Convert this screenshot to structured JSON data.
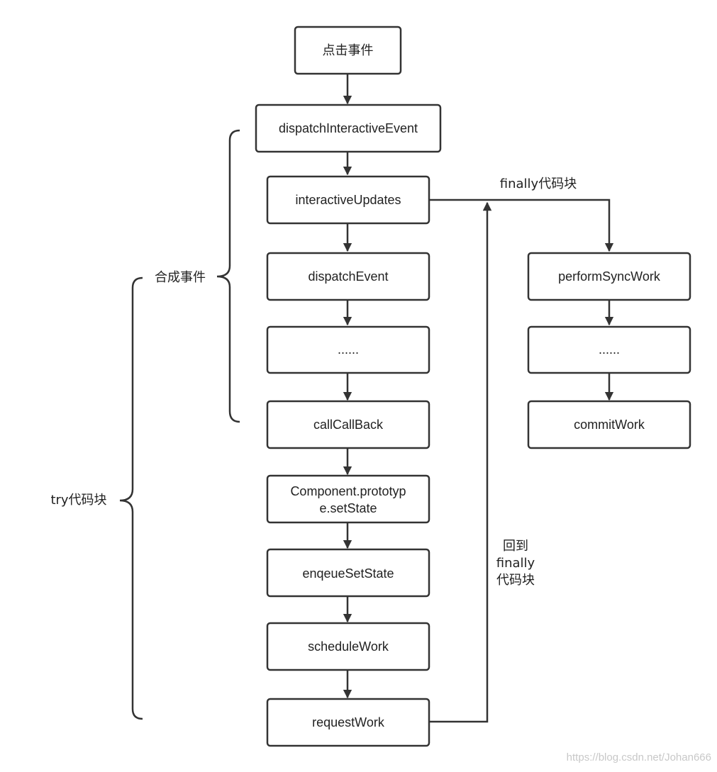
{
  "nodes": {
    "click_event": "点击事件",
    "dispatch_interactive_event": "dispatchInteractiveEvent",
    "interactive_updates": "interactiveUpdates",
    "dispatch_event": "dispatchEvent",
    "ellipsis_left": "......",
    "call_callback": "callCallBack",
    "component_set_state_line1": "Component.prototyp",
    "component_set_state_line2": "e.setState",
    "enqueue_set_state": "enqeueSetState",
    "schedule_work": "scheduleWork",
    "request_work": "requestWork",
    "perform_sync_work": "performSyncWork",
    "ellipsis_right": "......",
    "commit_work": "commitWork"
  },
  "annotations": {
    "finally_block": "finally代码块",
    "synthetic_event": "合成事件",
    "try_block": "try代码块",
    "back_to_finally_line1": "回到",
    "back_to_finally_line2": "finally",
    "back_to_finally_line3": "代码块"
  },
  "watermark": "https://blog.csdn.net/Johan666",
  "colors": {
    "stroke": "#333333",
    "background": "#ffffff"
  }
}
